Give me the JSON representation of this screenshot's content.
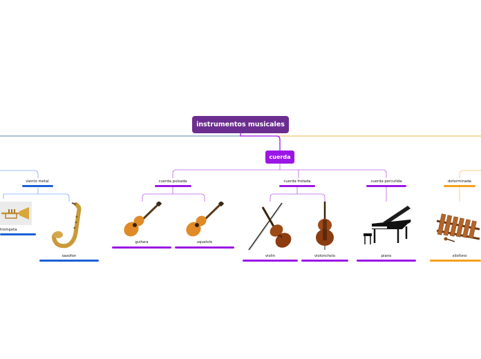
{
  "colors": {
    "root": "#6b2d8f",
    "cuerda": "#9b16e6",
    "purple_line": "#b75ee8",
    "viento": "#1a5fd6",
    "viento_line": "#7da7f0",
    "determinada": "#f5a01a",
    "left_line": "#1b5d85",
    "right_line": "#e8a21e"
  },
  "root": {
    "label": "instrumentos musicales"
  },
  "cuerda": {
    "label": "cuerda"
  },
  "groups": {
    "viento_metal": {
      "label": "viento metal"
    },
    "cuerda_pulsada": {
      "label": "cuerda pulsada"
    },
    "cuerda_frotada": {
      "label": "cuerda frotada"
    },
    "cuerda_percutida": {
      "label": "cuerda percutida"
    },
    "determinada": {
      "label": "determinada"
    }
  },
  "instruments": {
    "trompeta": {
      "label": "trompeta",
      "icon": "trumpet-image"
    },
    "saxofon": {
      "label": "saxofon",
      "icon": "saxophone-image"
    },
    "guitarra": {
      "label": "guitara",
      "icon": "guitar-image"
    },
    "ukelele": {
      "label": "uquelele",
      "icon": "ukulele-image"
    },
    "violin": {
      "label": "violin",
      "icon": "violin-image"
    },
    "violonchelo": {
      "label": "violonchelo",
      "icon": "cello-image"
    },
    "piano": {
      "label": "piano",
      "icon": "grand-piano-image"
    },
    "xilofono": {
      "label": "xilofono",
      "icon": "xylophone-image"
    }
  }
}
